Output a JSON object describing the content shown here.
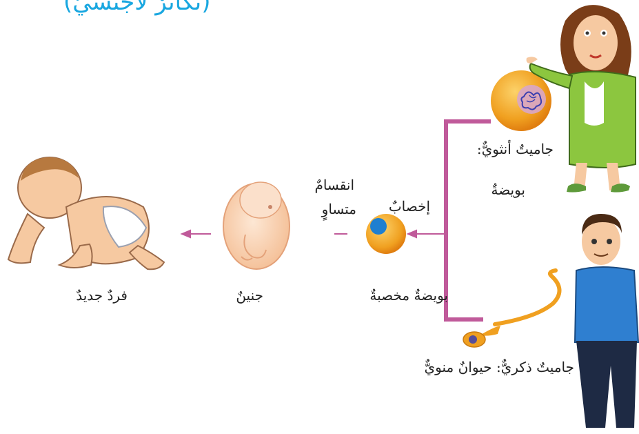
{
  "title": "(تكاثرٌ لاجنسيٌّ)",
  "labels": {
    "female_gamete": "جاميتٌ أنثويٌّ:",
    "egg": "بويضةٌ",
    "fertilization": "إخصابٌ",
    "equal_division_1": "انقسامٌ",
    "equal_division_2": "متساوٍ",
    "fertilized_egg": "بويضةٌ مخصبةٌ",
    "embryo": "جنينٌ",
    "new_individual": "فردٌ جديدٌ",
    "male_gamete": "جاميتٌ ذكريٌّ: حيوانٌ منويٌّ"
  },
  "colors": {
    "title": "#19a7e0",
    "bracket": "#c05a9a",
    "arrow": "#c05a9a",
    "cell": "#f0a020",
    "nucleus_blue": "#1e7fd0"
  }
}
